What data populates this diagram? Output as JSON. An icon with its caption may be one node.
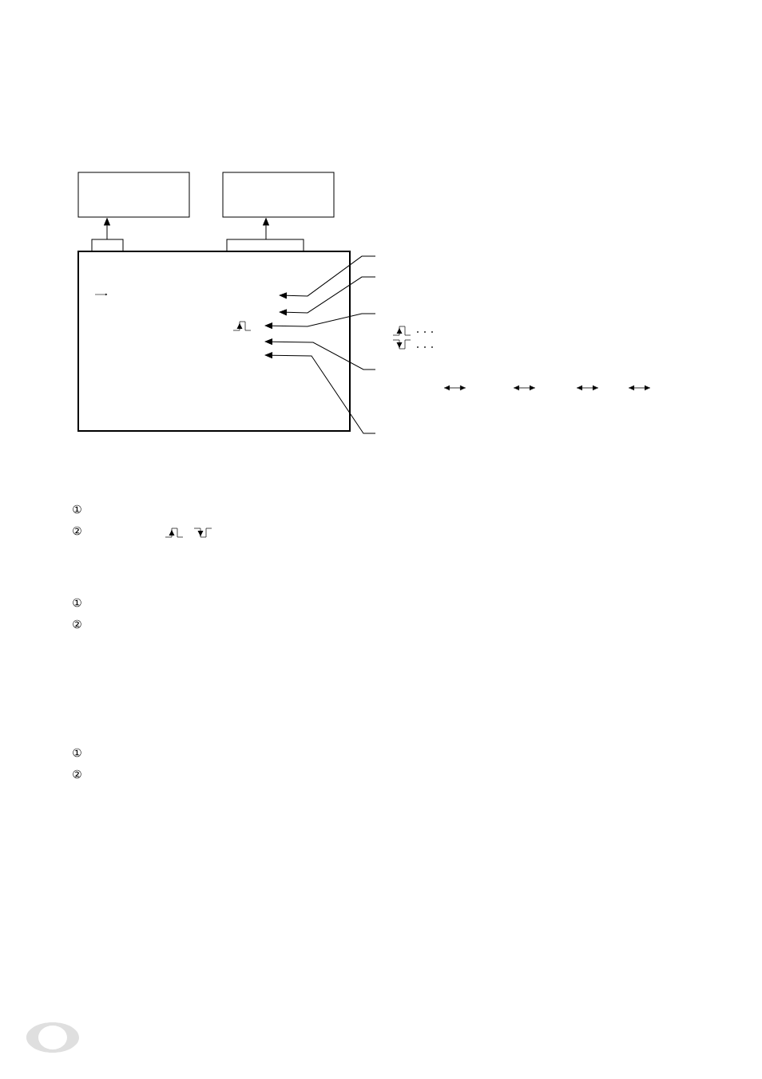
{
  "diagram": {
    "nodes": [
      {
        "text": [],
        "shape": "box"
      },
      {
        "text": [],
        "shape": "box"
      },
      {
        "text": [],
        "shape": "box"
      }
    ],
    "edges": [
      {
        "from": 2,
        "to": 0,
        "arrow": "to"
      },
      {
        "from": 2,
        "to": 1,
        "arrow": "to"
      },
      {
        "from": null,
        "to": 2,
        "arrow": "to"
      },
      {
        "from": null,
        "to": 2,
        "arrow": "to"
      },
      {
        "from": null,
        "to": 2,
        "arrow": "to"
      },
      {
        "from": null,
        "to": 2,
        "arrow": "to"
      },
      {
        "from": null,
        "to": 2,
        "arrow": "to"
      }
    ],
    "labels": [
      "①",
      "②",
      "①",
      "②",
      "①",
      "②"
    ]
  }
}
